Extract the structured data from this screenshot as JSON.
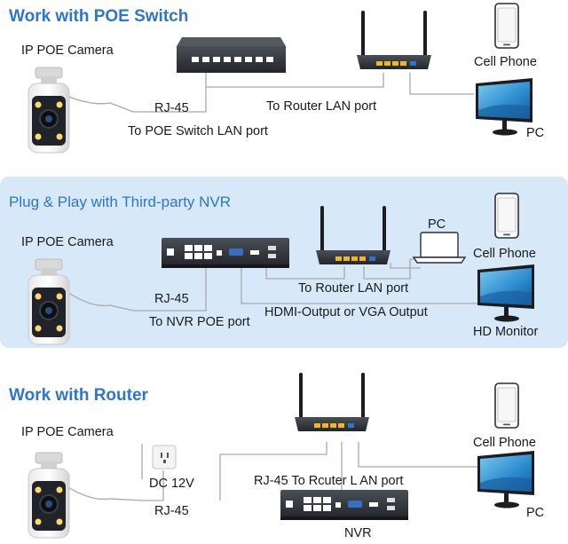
{
  "sections": [
    {
      "title": "Work with POE Switch",
      "labels": {
        "camera": "IP POE Camera",
        "rj45": "RJ-45",
        "cam_link": "To POE Switch LAN port",
        "router_link": "To Router LAN port",
        "phone": "Cell Phone",
        "monitor": "PC"
      }
    },
    {
      "title": "Plug & Play with Third-party NVR",
      "labels": {
        "camera": "IP POE Camera",
        "rj45": "RJ-45",
        "cam_link": "To NVR POE port",
        "router_link": "To Router LAN port",
        "hdmi_link": "HDMI-Output or VGA Output",
        "pc": "PC",
        "phone": "Cell Phone",
        "monitor": "HD Monitor"
      }
    },
    {
      "title": "Work with Router",
      "labels": {
        "camera": "IP POE Camera",
        "dc": "DC 12V",
        "rj45": "RJ-45",
        "router_link": "RJ-45 To Rcuter L AN port",
        "nvr": "NVR",
        "phone": "Cell Phone",
        "monitor": "PC"
      }
    }
  ],
  "colors": {
    "accent": "#2f76c9",
    "panel_bg": "#d7e9f8",
    "device_dark": "#2b2f36",
    "port_yellow": "#f0b623",
    "cable": "#a9a9a9"
  },
  "icons": [
    "camera-icon",
    "poe-switch-icon",
    "router-icon",
    "nvr-icon",
    "phone-icon",
    "monitor-icon",
    "laptop-icon",
    "power-outlet-icon"
  ]
}
